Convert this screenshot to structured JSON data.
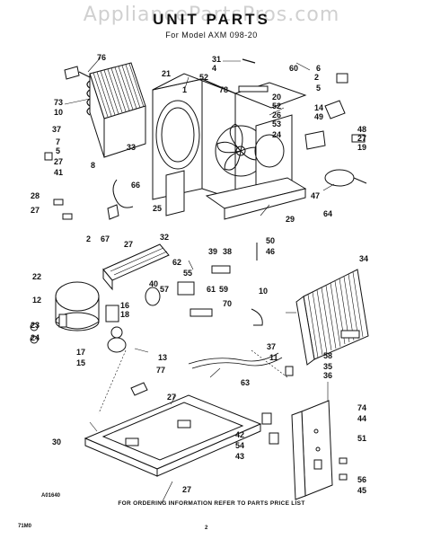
{
  "watermark": "AppliancePartsPros.com",
  "title": "UNIT PARTS",
  "subtitle": "For Model AXM 098-20",
  "footer": "FOR ORDERING INFORMATION REFER TO PARTS PRICE LIST",
  "code_left": "A01640",
  "code_bottom": "71M0",
  "page_number": "2",
  "callouts": [
    "76",
    "73",
    "10",
    "37",
    "7",
    "5",
    "27",
    "41",
    "8",
    "21",
    "52",
    "1",
    "31",
    "4",
    "78",
    "60",
    "6",
    "2",
    "20",
    "52",
    "26",
    "53",
    "24",
    "5",
    "14",
    "49",
    "48",
    "27",
    "19",
    "33",
    "66",
    "28",
    "27",
    "25",
    "29",
    "47",
    "64",
    "2",
    "67",
    "27",
    "32",
    "39",
    "38",
    "50",
    "46",
    "34",
    "22",
    "12",
    "16",
    "18",
    "40",
    "62",
    "55",
    "57",
    "61",
    "59",
    "70",
    "10",
    "23",
    "24",
    "17",
    "15",
    "13",
    "77",
    "37",
    "11",
    "58",
    "35",
    "36",
    "63",
    "27",
    "74",
    "44",
    "42",
    "54",
    "43",
    "51",
    "30",
    "56",
    "45",
    "27"
  ]
}
